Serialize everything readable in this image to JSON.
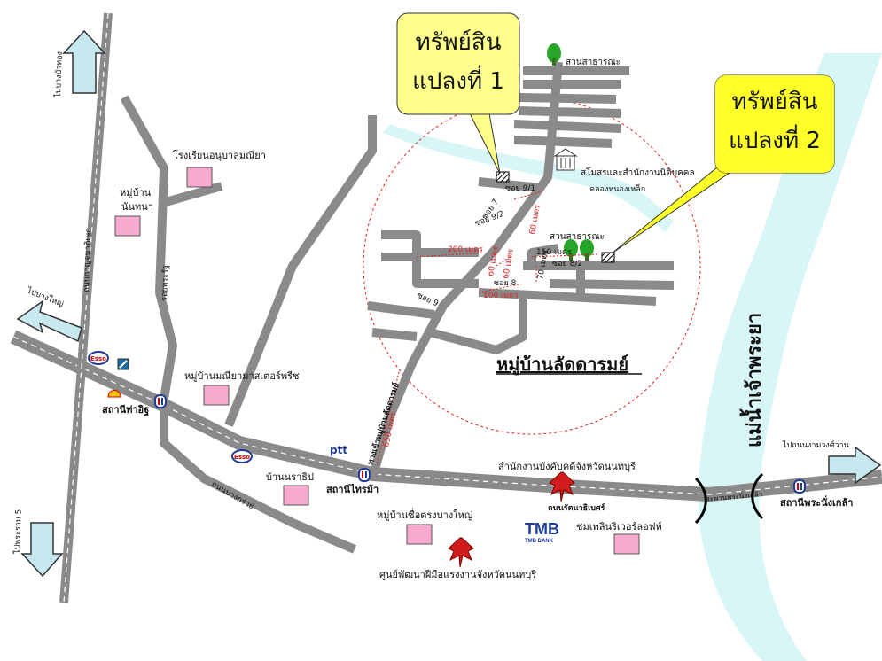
{
  "callouts": [
    {
      "line1": "ทรัพย์สิน",
      "line2": "แปลงที่ 1"
    },
    {
      "line1": "ทรัพย์สิน",
      "line2": "แปลงที่ 2"
    }
  ],
  "village_title": "หมู่บ้านลัดดารมย์",
  "river_label": "แม่น้ำเจ้าพระยา",
  "places": {
    "park_top": "สวนสาธารณะ",
    "park_mid": "สวนสาธารณะ",
    "club": "สโมสรและสำนักงานนิติบุคคล",
    "canal": "คลองหนองเหล็ก",
    "school": "โรงเรียนอนุบาลมณียา",
    "nonthana": [
      "หมู่บ้าน",
      "นันทนา"
    ],
    "maneeya_village": "หมู่บ้านมณียามาสเตอร์พรีช",
    "baan_narathip": "บ้านนราธิป",
    "soi_trong_village": "หมู่บ้านซื่อตรงบางใหญ่",
    "legal_office": "สำนักงานบังคับคดีจังหวัดนนทบุรี",
    "skill_center": "ศูนย์พัฒนาฝีมือแรงงานจังหวัดนนทบุรี",
    "chom_phloen": "ชมเพลินริเวอร์ลอฟท์"
  },
  "stations": {
    "tha_it": "สถานีท่าอิฐ",
    "sai_ma": "สถานีไทรม้า",
    "phra_nang_klao": "สถานีพระนั่งเกล้า"
  },
  "roads": {
    "ratanathibet": "ถนนรัตนาธิเบศร์",
    "kanchanaphisek": "ถนนกาญจนาภิเษก",
    "rattana": "รอยพระรัฐ",
    "bang_kruai": "ถนนบางกรวย",
    "ladda_entrance": "ทางเข้าหมู่บ้านลัดดารมย์",
    "bridge": "สะพานพระนั่งเกล้า"
  },
  "directions": {
    "bang_bua_thong": "ไปบางบัวทอง",
    "bang_yai": "ไปบางใหญ่",
    "rama5": "ไปพระราม 5",
    "ngamwongwan": "ไปถนนงามวงศ์วาน"
  },
  "sois": {
    "soi_9_1": "ซอย 9/1",
    "soi_9_2": "ซอย 9/2",
    "soi_8": "ซอย 8",
    "soi_8_2": "ซอย 8/2",
    "soi_9": "ซอย 9",
    "soi_7": "ซอย 7"
  },
  "distances": {
    "d200": "200 เมตร",
    "d60a": "60 เมตร",
    "d60b": "60 เมตร",
    "d60c": "60 เมตร",
    "d100": "100 เมตร",
    "d150": "150 เมตร",
    "d70": "70 เมตร",
    "d650": "650 เมตร"
  },
  "brands": {
    "esso1": "Esso",
    "esso2": "Esso",
    "ptt": "ptt",
    "tmb": "TMB",
    "tmb_bank": "TMB BANK"
  }
}
